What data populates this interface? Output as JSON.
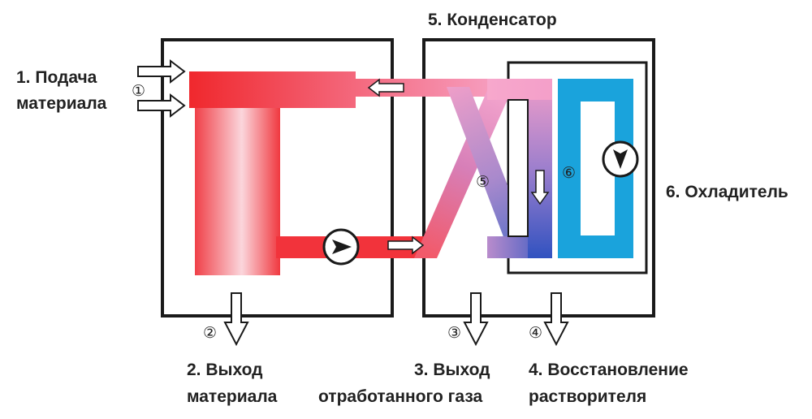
{
  "labels": {
    "feed_line1": "1. Подача",
    "feed_line2": "материала",
    "condenser": "5. Конденсатор",
    "cooler": "6. Охладитель",
    "material_out_line1": "2. Выход",
    "material_out_line2": "материала",
    "exhaust_line1": "3. Выход",
    "exhaust_line2": "отработанного газа",
    "recovery_line1": "4. Восстановление",
    "recovery_line2": "растворителя"
  },
  "markers": {
    "m1": "①",
    "m2": "②",
    "m3": "③",
    "m4": "④",
    "m5": "⑤",
    "m6": "⑥"
  },
  "colors": {
    "hot": "#f0282d",
    "warm": "#f7a3c8",
    "cool": "#3a5cc0",
    "coolant": "#1ba3dc",
    "frame": "#1a1a1a"
  }
}
